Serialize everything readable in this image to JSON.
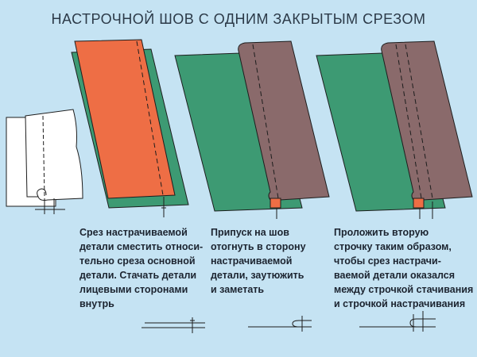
{
  "title": "НАСТРОЧНОЙ ШОВ С ОДНИМ ЗАКРЫТЫМ СРЕЗОМ",
  "steps": [
    {
      "caption": "Срез настрачиваемой\nдетали сместить относи-\nтельно среза основной\nдетали. Стачать детали\nлицевыми сторонами\nвнутрь"
    },
    {
      "caption": "Припуск на шов\nотогнуть в сторону\nнастрачиваемой\nдетали, заутюжить\nи заметать"
    },
    {
      "caption": "Проложить вторую\nстрочку таким образом,\nчтобы срез настрачи-\nваемой детали оказался\nмежду строчкой стачивания\nи строчкой настрачивания"
    }
  ],
  "colors": {
    "background": "#c5e3f3",
    "base_fabric": "#3d9a73",
    "top_fabric_step1": "#ee6e45",
    "top_fabric_folded": "#8a6a6b",
    "seam_allowance": "#ee6e45",
    "outline": "#1d1d1d",
    "white_fabric": "#ffffff"
  }
}
